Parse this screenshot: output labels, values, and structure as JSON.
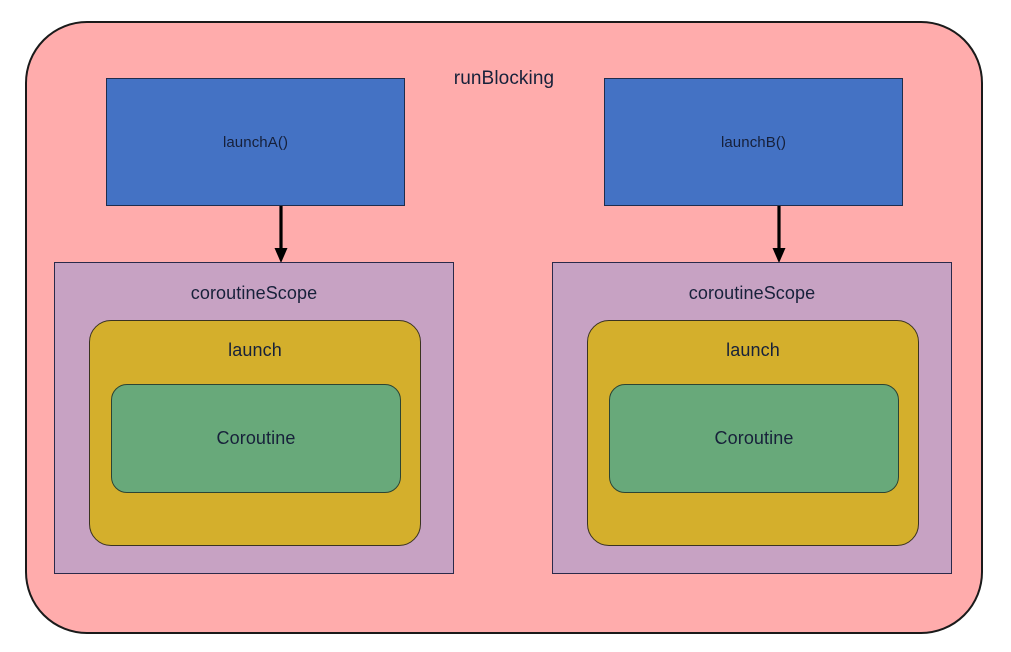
{
  "diagram": {
    "title": "runBlocking",
    "outer": {
      "label": "runBlocking",
      "fill": "#FFACAC",
      "stroke": "#1a1a1a"
    },
    "branches": [
      {
        "id": "branch-a",
        "launch_call": {
          "label": "launchA()",
          "fill": "#4472C4",
          "stroke": "#1f2d4d"
        },
        "arrow": {
          "name": "arrow-down-icon",
          "color": "#000000"
        },
        "scope": {
          "label": "coroutineScope",
          "fill": "#C7A2C3",
          "stroke": "#2a2a4a"
        },
        "launch_block": {
          "label": "launch",
          "fill": "#D4AF2C",
          "stroke": "#3a3320"
        },
        "coroutine": {
          "label": "Coroutine",
          "fill": "#68A97A",
          "stroke": "#2c4434"
        }
      },
      {
        "id": "branch-b",
        "launch_call": {
          "label": "launchB()",
          "fill": "#4472C4",
          "stroke": "#1f2d4d"
        },
        "arrow": {
          "name": "arrow-down-icon",
          "color": "#000000"
        },
        "scope": {
          "label": "coroutineScope",
          "fill": "#C7A2C3",
          "stroke": "#2a2a4a"
        },
        "launch_block": {
          "label": "launch",
          "fill": "#D4AF2C",
          "stroke": "#3a3320"
        },
        "coroutine": {
          "label": "Coroutine",
          "fill": "#68A97A",
          "stroke": "#2c4434"
        }
      }
    ]
  }
}
